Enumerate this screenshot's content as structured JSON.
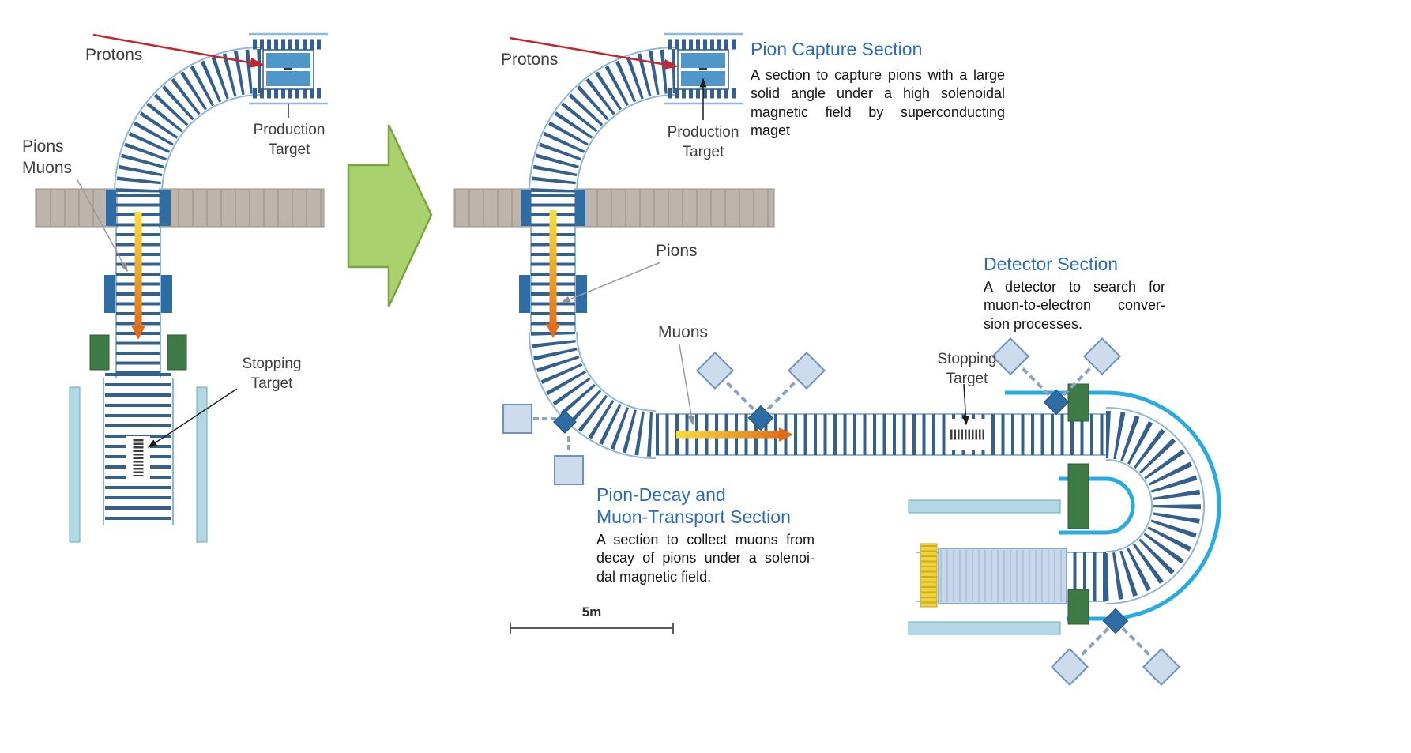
{
  "colors": {
    "heading_blue": "#2B6CB8",
    "coil_navy": "#33608F",
    "tube_light_blue": "#8FB8D8",
    "cyan_outline": "#29ABE2",
    "shield_wall_gray": "#BDB4AB",
    "green_arrow": "#A9D16D",
    "collimator_green": "#3E7A46",
    "coil_block_blue": "#2E6DA4",
    "proton_red": "#C1272D",
    "beam_yellow": "#F9E03F",
    "beam_orange": "#E06C16"
  },
  "left": {
    "protons": "Protons",
    "pions_muons": "Pions\nMuons",
    "production_target": "Production\nTarget",
    "stopping_target": "Stopping\nTarget"
  },
  "right": {
    "protons": "Protons",
    "pions": "Pions",
    "muons": "Muons",
    "production_target": "Production\nTarget",
    "stopping_target": "Stopping\nTarget",
    "scale": "5m"
  },
  "sections": {
    "pion_capture": {
      "title": "Pion Capture Section",
      "body": "A section to capture pions with a large solid angle under a high solenoidal magnetic field by superconducting maget"
    },
    "detector": {
      "title": "Detector Section",
      "body": "A detector to search for muon-to-electron conver- sion processes."
    },
    "pion_decay": {
      "title": "Pion-Decay and\nMuon-Transport Section",
      "body": "A section to collect muons from decay of pions under a solenoi- dal magnetic field."
    }
  }
}
